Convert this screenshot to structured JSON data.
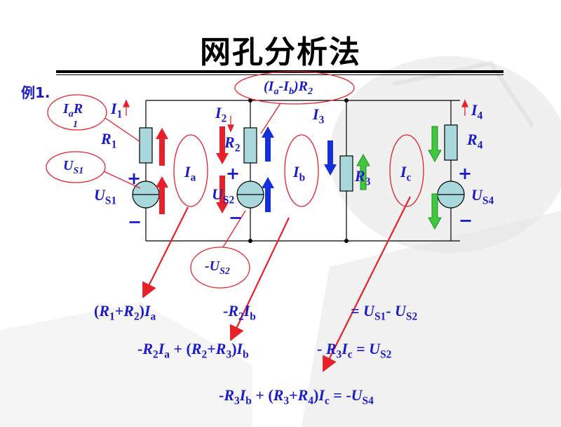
{
  "title": "网孔分析法",
  "example_label": "例1.",
  "colors": {
    "text_blue": "#1a1ac8",
    "red": "#e8202a",
    "blue_arrow": "#1530d8",
    "green_arrow": "#3ec83e",
    "component_fill": "#a8d8dc"
  },
  "components": {
    "R1": {
      "name": "R",
      "sub": "1"
    },
    "R2": {
      "name": "R",
      "sub": "2"
    },
    "R3": {
      "name": "R",
      "sub": "3"
    },
    "R4": {
      "name": "R",
      "sub": "4"
    },
    "US1": {
      "name": "U",
      "sub": "S1"
    },
    "US2": {
      "name": "U",
      "sub": "S2"
    },
    "US4": {
      "name": "U",
      "sub": "S4"
    }
  },
  "branch_currents": {
    "I1": {
      "name": "I",
      "sub": "1"
    },
    "I2": {
      "name": "I",
      "sub": "2"
    },
    "I3": {
      "name": "I",
      "sub": "3"
    },
    "I4": {
      "name": "I",
      "sub": "4"
    }
  },
  "mesh_currents": {
    "Ia": {
      "name": "I",
      "sub": "a"
    },
    "Ib": {
      "name": "I",
      "sub": "b"
    },
    "Ic": {
      "name": "I",
      "sub": "c"
    }
  },
  "polarity": {
    "plus": "+",
    "minus": "−"
  },
  "bubbles": {
    "IaR1": {
      "a": "I",
      "a_sub": "a",
      "b": "R",
      "b_sub": "1"
    },
    "US1": {
      "a": "U",
      "a_sub": "S1"
    },
    "IaIbR2": {
      "open": "(",
      "a": "I",
      "a_sub": "a",
      "dash": "-",
      "b": "I",
      "b_sub": "b",
      "close": ")",
      "r": "R",
      "r_sub": "2"
    },
    "negUS2": {
      "neg": "-",
      "a": "U",
      "a_sub": "S2"
    }
  },
  "equations": {
    "eq1": {
      "left": {
        "open": "(",
        "r1": "R",
        "r1_sub": "1",
        "plus": "+",
        "r2": "R",
        "r2_sub": "2",
        "close": ")",
        "i": "I",
        "i_sub": "a"
      },
      "mid": {
        "neg": "-",
        "r": "R",
        "r_sub": "2",
        "i": "I",
        "i_sub": "b"
      },
      "right": {
        "eq": "= ",
        "u1": "U",
        "u1_sub": "S1",
        "minus": "- ",
        "u2": "U",
        "u2_sub": "S2"
      }
    },
    "eq2": {
      "left": {
        "neg": "-",
        "r": "R",
        "r_sub": "2",
        "i": "I",
        "i_sub": "a",
        "plus": " + ",
        "open": "(",
        "r2": "R",
        "r2_sub": "2",
        "plus2": "+",
        "r3": "R",
        "r3_sub": "3",
        "close": ")",
        "i2": "I",
        "i2_sub": "b"
      },
      "right": {
        "neg": "- ",
        "r": "R",
        "r_sub": "3",
        "i": "I",
        "i_sub": "c",
        "eq": " = ",
        "u": "U",
        "u_sub": "S2"
      }
    },
    "eq3": {
      "neg": "-",
      "r": "R",
      "r_sub": "3",
      "i": "I",
      "i_sub": "b",
      "plus": " + ",
      "open": "(",
      "r3": "R",
      "r3_sub": "3",
      "plus2": "+",
      "r4": "R",
      "r4_sub": "4",
      "close": ")",
      "i2": "I",
      "i2_sub": "c",
      "eq": " = ",
      "rhs_neg": "-",
      "u": "U",
      "u_sub": "S4"
    }
  }
}
